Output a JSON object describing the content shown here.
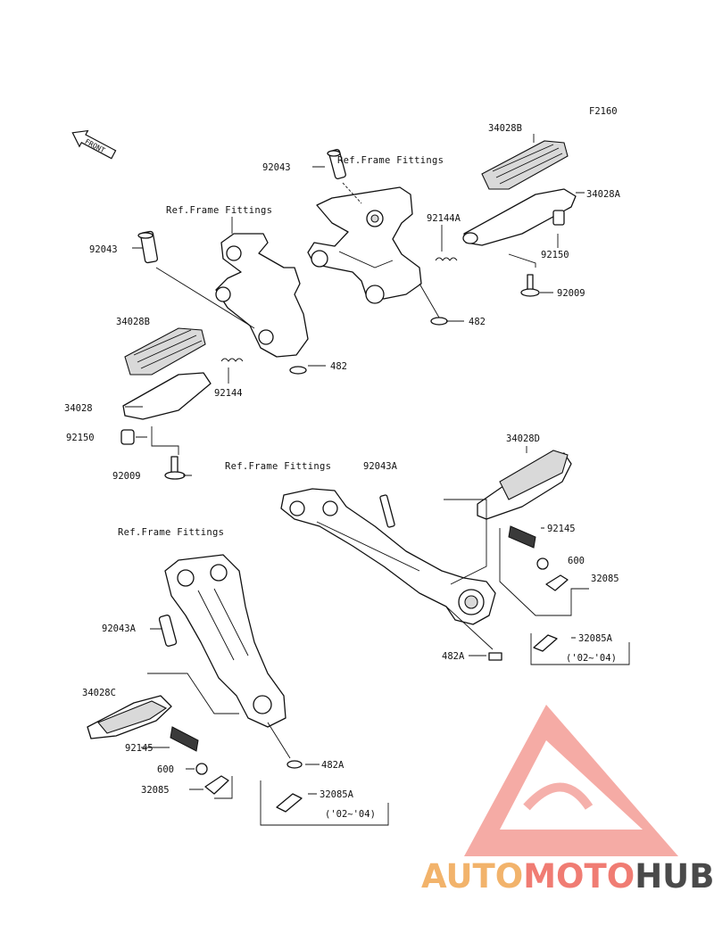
{
  "diagram": {
    "code": "F2160",
    "front_label": "FRONT",
    "refs": [
      "Ref.Frame Fittings",
      "Ref.Frame Fittings",
      "Ref.Frame Fittings",
      "Ref.Frame Fittings"
    ],
    "labels": [
      "34028B",
      "34028A",
      "92043",
      "92144A",
      "92150",
      "92009",
      "482",
      "92043",
      "34028B",
      "482",
      "92144",
      "34028",
      "92150",
      "92009",
      "34028D",
      "92043A",
      "92145",
      "600",
      "32085",
      "32085A",
      "('02~'04)",
      "482A",
      "92043A",
      "34028C",
      "92145",
      "600",
      "32085",
      "482A",
      "32085A",
      "('02~'04)"
    ]
  },
  "watermark": {
    "part1": "AUTO",
    "part2": "MOTO",
    "part3": "HUB",
    "color1": "#f2b36b",
    "color2": "#f07c73",
    "color3": "#4a4a4a",
    "triangle_color": "#f07c73"
  }
}
